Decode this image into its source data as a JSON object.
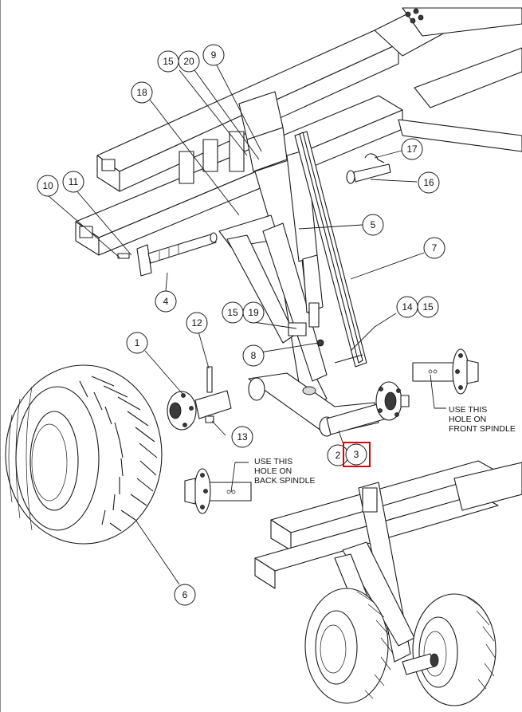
{
  "callouts": [
    {
      "id": "c1",
      "label": "1"
    },
    {
      "id": "c2",
      "label": "2"
    },
    {
      "id": "c3",
      "label": "3",
      "highlighted": true
    },
    {
      "id": "c4",
      "label": "4"
    },
    {
      "id": "c5",
      "label": "5"
    },
    {
      "id": "c6",
      "label": "6"
    },
    {
      "id": "c7",
      "label": "7"
    },
    {
      "id": "c8",
      "label": "8"
    },
    {
      "id": "c9",
      "label": "9"
    },
    {
      "id": "c10",
      "label": "10"
    },
    {
      "id": "c11",
      "label": "11"
    },
    {
      "id": "c12",
      "label": "12"
    },
    {
      "id": "c13",
      "label": "13"
    },
    {
      "id": "c14",
      "label": "14"
    },
    {
      "id": "c15a",
      "label": "15"
    },
    {
      "id": "c15b",
      "label": "15"
    },
    {
      "id": "c15c",
      "label": "15"
    },
    {
      "id": "c16",
      "label": "16"
    },
    {
      "id": "c17",
      "label": "17"
    },
    {
      "id": "c18",
      "label": "18"
    },
    {
      "id": "c19",
      "label": "19"
    },
    {
      "id": "c20",
      "label": "20"
    }
  ],
  "notes": {
    "front": [
      "USE THIS",
      "HOLE ON",
      "FRONT SPINDLE"
    ],
    "back": [
      "USE THIS",
      "HOLE ON",
      "BACK SPINDLE"
    ]
  },
  "colors": {
    "highlight": "#e00000",
    "line": "#1a1a1a"
  }
}
